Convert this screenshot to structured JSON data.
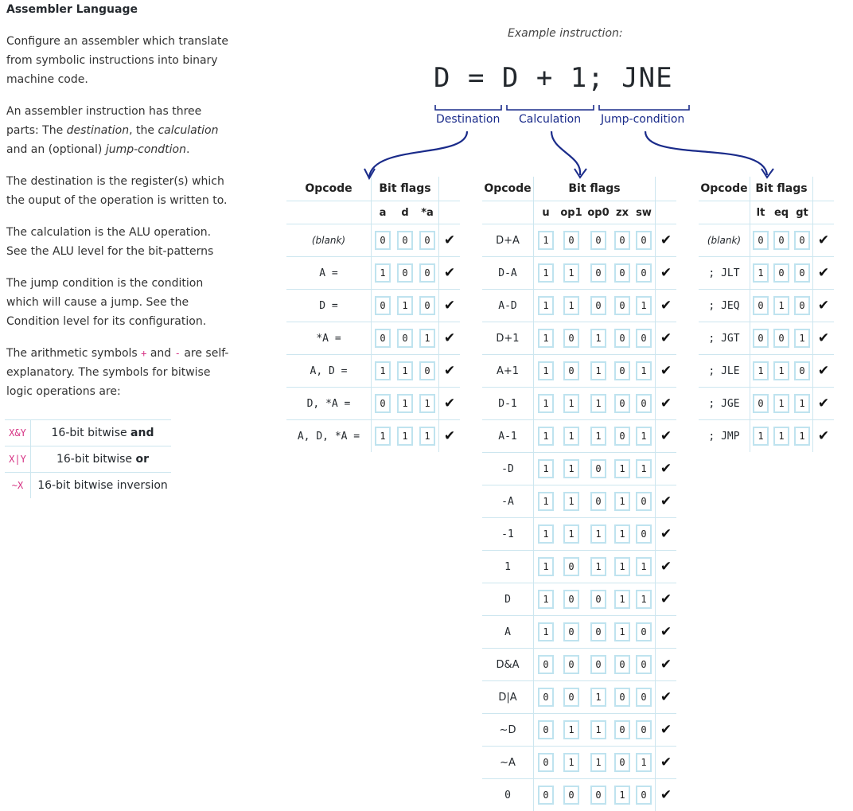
{
  "heading": "Assembler Language",
  "paragraphs": {
    "p1": "Configure an assembler which translate from symbolic instructions into binary machine code.",
    "p2a": "An assembler instruction has three parts: The ",
    "p2b": "destination",
    "p2c": ", the ",
    "p2d": "calculation",
    "p2e": " and an (optional) ",
    "p2f": "jump-condtion",
    "p2g": ".",
    "p3": "The destination is the register(s) which the ouput of the operation is written to.",
    "p4": "The calculation is the ALU operation. See the ALU level for the bit-patterns",
    "p5": "The jump condition is the condition which will cause a jump. See the Condition level for its configuration.",
    "p6a": "The arithmetic symbols ",
    "p6plus": "+",
    "p6b": " and ",
    "p6minus": "-",
    "p6c": " are self-explanatory. The symbols for bitwise logic operations are:"
  },
  "bitwise_ops": [
    {
      "symbol": "X&Y",
      "text": "16-bit bitwise ",
      "bold": "and"
    },
    {
      "symbol": "X|Y",
      "text": "16-bit bitwise ",
      "bold": "or"
    },
    {
      "symbol": "~X",
      "text": "16-bit bitwise inversion",
      "bold": ""
    }
  ],
  "example": {
    "label": "Example instruction:",
    "code": "D = D + 1; JNE",
    "parts": [
      "Destination",
      "Calculation",
      "Jump-condition"
    ]
  },
  "destination_table": {
    "col_opcode": "Opcode",
    "col_bitflags": "Bit flags",
    "flags": [
      "a",
      "d",
      "*a"
    ],
    "rows": [
      {
        "op": "(blank)",
        "bits": [
          "0",
          "0",
          "0"
        ]
      },
      {
        "op": "A =",
        "bits": [
          "1",
          "0",
          "0"
        ]
      },
      {
        "op": "D =",
        "bits": [
          "0",
          "1",
          "0"
        ]
      },
      {
        "op": "*A =",
        "bits": [
          "0",
          "0",
          "1"
        ]
      },
      {
        "op": "A, D =",
        "bits": [
          "1",
          "1",
          "0"
        ]
      },
      {
        "op": "D, *A =",
        "bits": [
          "0",
          "1",
          "1"
        ]
      },
      {
        "op": "A, D, *A =",
        "bits": [
          "1",
          "1",
          "1"
        ]
      }
    ]
  },
  "calculation_table": {
    "col_opcode": "Opcode",
    "col_bitflags": "Bit flags",
    "flags": [
      "u",
      "op1",
      "op0",
      "zx",
      "sw"
    ],
    "rows": [
      {
        "op": "D+A",
        "bits": [
          "1",
          "0",
          "0",
          "0",
          "0"
        ]
      },
      {
        "op": "D-A",
        "bits": [
          "1",
          "1",
          "0",
          "0",
          "0"
        ]
      },
      {
        "op": "A-D",
        "bits": [
          "1",
          "1",
          "0",
          "0",
          "1"
        ]
      },
      {
        "op": "D+1",
        "bits": [
          "1",
          "0",
          "1",
          "0",
          "0"
        ]
      },
      {
        "op": "A+1",
        "bits": [
          "1",
          "0",
          "1",
          "0",
          "1"
        ]
      },
      {
        "op": "D-1",
        "bits": [
          "1",
          "1",
          "1",
          "0",
          "0"
        ]
      },
      {
        "op": "A-1",
        "bits": [
          "1",
          "1",
          "1",
          "0",
          "1"
        ]
      },
      {
        "op": "-D",
        "bits": [
          "1",
          "1",
          "0",
          "1",
          "1"
        ]
      },
      {
        "op": "-A",
        "bits": [
          "1",
          "1",
          "0",
          "1",
          "0"
        ]
      },
      {
        "op": "-1",
        "bits": [
          "1",
          "1",
          "1",
          "1",
          "0"
        ]
      },
      {
        "op": "1",
        "bits": [
          "1",
          "0",
          "1",
          "1",
          "1"
        ]
      },
      {
        "op": "D",
        "bits": [
          "1",
          "0",
          "0",
          "1",
          "1"
        ]
      },
      {
        "op": "A",
        "bits": [
          "1",
          "0",
          "0",
          "1",
          "0"
        ]
      },
      {
        "op": "D&A",
        "bits": [
          "0",
          "0",
          "0",
          "0",
          "0"
        ]
      },
      {
        "op": "D|A",
        "bits": [
          "0",
          "0",
          "1",
          "0",
          "0"
        ]
      },
      {
        "op": "~D",
        "bits": [
          "0",
          "1",
          "1",
          "0",
          "0"
        ]
      },
      {
        "op": "~A",
        "bits": [
          "0",
          "1",
          "1",
          "0",
          "1"
        ]
      },
      {
        "op": "0",
        "bits": [
          "0",
          "0",
          "0",
          "1",
          "0"
        ]
      }
    ]
  },
  "jump_table": {
    "col_opcode": "Opcode",
    "col_bitflags": "Bit flags",
    "flags": [
      "lt",
      "eq",
      "gt"
    ],
    "rows": [
      {
        "op": "(blank)",
        "bits": [
          "0",
          "0",
          "0"
        ]
      },
      {
        "op": "; JLT",
        "bits": [
          "1",
          "0",
          "0"
        ]
      },
      {
        "op": "; JEQ",
        "bits": [
          "0",
          "1",
          "0"
        ]
      },
      {
        "op": "; JGT",
        "bits": [
          "0",
          "0",
          "1"
        ]
      },
      {
        "op": "; JLE",
        "bits": [
          "1",
          "1",
          "0"
        ]
      },
      {
        "op": "; JGE",
        "bits": [
          "0",
          "1",
          "1"
        ]
      },
      {
        "op": "; JMP",
        "bits": [
          "1",
          "1",
          "1"
        ]
      }
    ]
  },
  "check_glyph": "✔",
  "colors": {
    "box_border": "#bfe3ef",
    "arrow": "#1a2b8a",
    "symbol": "#d63384"
  }
}
